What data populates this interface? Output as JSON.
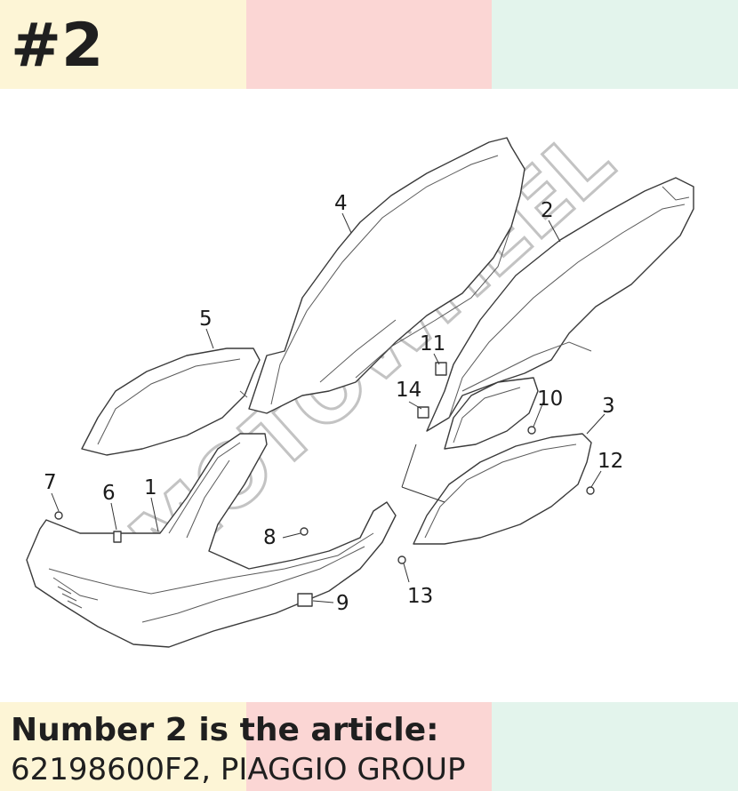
{
  "header": {
    "badge": "#2"
  },
  "bands": {
    "colors": [
      "#fdf5d6",
      "#fbd6d4",
      "#e3f4ec"
    ]
  },
  "diagram": {
    "watermark": "MOTOWHEEL",
    "callouts": [
      "1",
      "2",
      "3",
      "4",
      "5",
      "6",
      "7",
      "8",
      "9",
      "10",
      "11",
      "12",
      "13",
      "14"
    ]
  },
  "caption": {
    "title": "Number 2 is the article:",
    "part": "62198600F2, PIAGGIO GROUP"
  }
}
